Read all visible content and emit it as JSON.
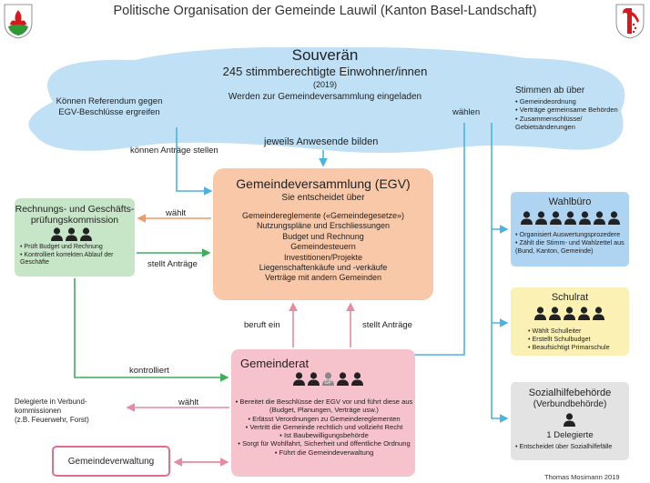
{
  "title": "Politische Organisation der Gemeinde Lauwil (Kanton Basel-Landschaft)",
  "souveraen": {
    "name": "Souverän",
    "line2": "245 stimmberechtigte Einwohner/innen",
    "year": "(2019)",
    "line4": "Werden zur Gemeindeversammlung eingeladen",
    "referendum": [
      "Können Referendum gegen",
      "EGV-Beschlüsse ergreifen"
    ],
    "vote_title": "Stimmen ab über",
    "vote_items": [
      "Gemeindeordnung",
      "Verträge gemeinsame Behörden",
      "Zusammenschlüsse/ Gebietsänderungen"
    ]
  },
  "labels": {
    "antraege_stellen": "können Anträge stellen",
    "anwesende": "jeweils Anwesende bilden",
    "waehlen": "wählen",
    "waehlt": "wählt",
    "stellt_antraege": "stellt Anträge",
    "beruft_ein": "beruft ein",
    "kontrolliert": "kontrolliert",
    "waehlt2": "wählt"
  },
  "egv": {
    "title": "Gemeindeversammlung (EGV)",
    "subtitle": "Sie entscheidet über",
    "items": [
      "Gemeindereglemente («Gemeindegesetze»)",
      "Nutzungspläne und Erschliessungen",
      "Budget und Rechnung",
      "Gemeindesteuern",
      "Investitionen/Projekte",
      "Liegenschaftenkäufe und -verkäufe",
      "Verträge mit andern Gemeinden"
    ]
  },
  "rpk": {
    "title": "Rechnungs- und Geschäfts-prüfungskommission",
    "items": [
      "Prüft Budget und Rechnung",
      "Kontrolliert korrekten Ablauf der Geschäfte"
    ]
  },
  "gemeinderat": {
    "title": "Gemeinderat",
    "gp": "GP",
    "items": [
      "Bereitet die Beschlüsse der EGV vor und führt diese aus (Budget, Planungen, Verträge usw.)",
      "Erlässt Verordnungen zu Gemeindereglementen",
      "Vertritt die Gemeinde rechtlich und vollzieht Recht",
      "Ist Baubewilligungsbehörde",
      "Sorgt für Wohlfahrt, Sicherheit und öffentliche Ordnung",
      "Führt die Gemeindeverwaltung"
    ]
  },
  "wahlbuero": {
    "title": "Wahlbüro",
    "items": [
      "Organisiert Auswertungsprozedere",
      "Zählt die Stimm- und Wahlzettel aus (Bund, Kanton, Gemeinde)"
    ]
  },
  "schulrat": {
    "title": "Schulrat",
    "items": [
      "Wählt Schulleiter",
      "Erstellt Schulbudget",
      "Beaufsichtigt Primarschule"
    ]
  },
  "sozial": {
    "title": "Sozialhilfebehörde",
    "subtitle": "(Verbundbehörde)",
    "delegate": "1 Delegierte",
    "items": [
      "Entscheidet über Sozialhilfefälle"
    ]
  },
  "delegierte": [
    "Delegierte in Verbund-",
    "kommissionen",
    "(z.B. Feuerwehr, Forst)"
  ],
  "verwaltung": "Gemeindeverwaltung",
  "credit": "Thomas Mosimann 2019",
  "colors": {
    "cloud": "#bfe0f5",
    "egv": "#f8c8a8",
    "rpk": "#c7e6c7",
    "gemeinderat": "#f6c2cb",
    "wahlbuero": "#aed4f2",
    "schulrat": "#fbf1b4",
    "sozial": "#e3e3e3",
    "arrow_blue": "#4ab3e3",
    "arrow_green": "#3fae5b",
    "arrow_orange": "#ef9a6c",
    "arrow_pink": "#e88aa0"
  }
}
